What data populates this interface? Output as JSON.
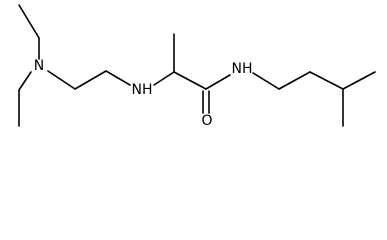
{
  "molecule": {
    "atoms": {
      "n_amine": "N",
      "nh_amine": "NH",
      "o_carbonyl": "O",
      "nh_amide": "NH"
    }
  },
  "colors": {
    "bond": "#000000",
    "label": "#000000",
    "background": "#ffffff"
  }
}
